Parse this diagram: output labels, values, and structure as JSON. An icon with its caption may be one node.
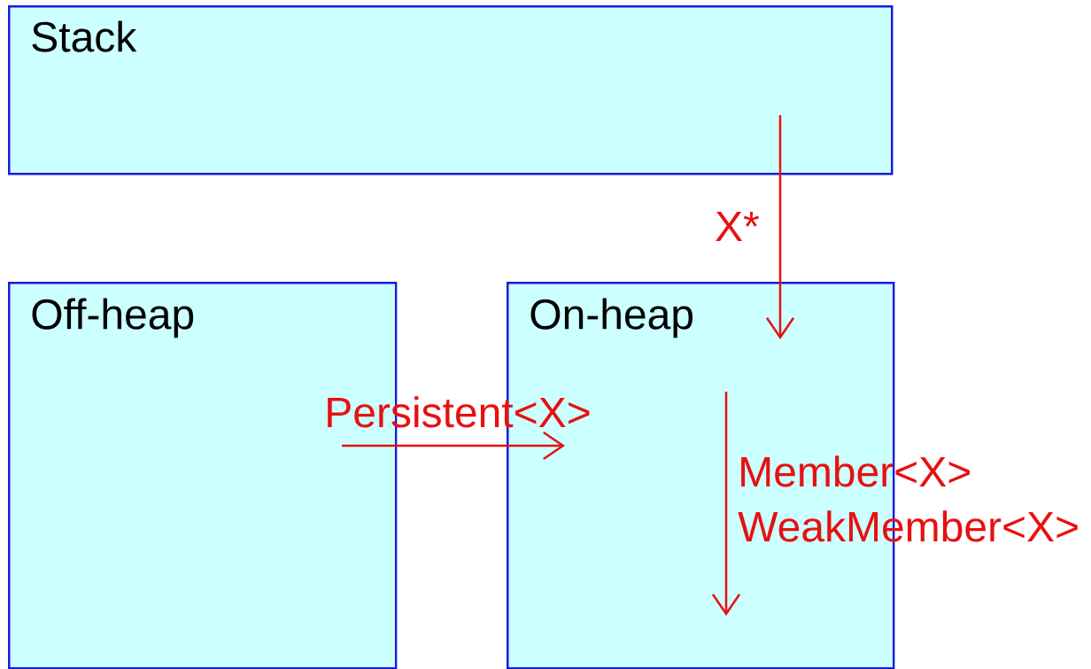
{
  "diagram": {
    "nodes": [
      {
        "text": [
          "Stack"
        ]
      },
      {
        "text": [
          "Off-heap"
        ]
      },
      {
        "text": [
          "On-heap"
        ]
      }
    ],
    "edges": [
      {
        "from": 0,
        "to": 2,
        "arrow": "to",
        "label": "X*"
      },
      {
        "from": 1,
        "to": 2,
        "arrow": "to",
        "label": "Persistent<X>"
      },
      {
        "from": 2,
        "to": 2,
        "arrow": "to",
        "label": "Member<X> WeakMember<X>"
      }
    ]
  }
}
